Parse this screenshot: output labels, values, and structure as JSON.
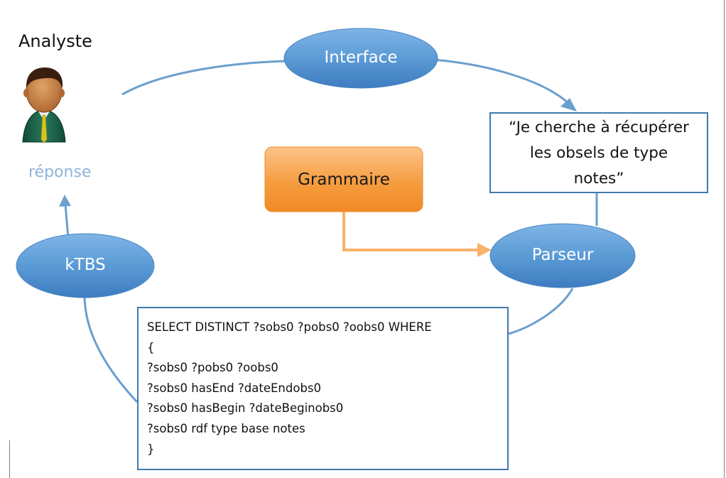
{
  "analyst_label": "Analyste",
  "response_label": "réponse",
  "nodes": {
    "interface": "Interface",
    "grammar": "Grammaire",
    "parser": "Parseur",
    "ktbs": "kTBS"
  },
  "query_text": [
    "“Je cherche à récupérer",
    "les obsels de type",
    "notes”"
  ],
  "sparql_lines": [
    "SELECT DISTINCT ?sobs0 ?pobs0 ?oobs0 WHERE",
    "{",
    "?sobs0 ?pobs0 ?oobs0",
    "?sobs0 hasEnd ?dateEndobs0",
    "?sobs0 hasBegin ?dateBeginobs0",
    "?sobs0 rdf type base notes",
    "}"
  ],
  "colors": {
    "ellipse_blue": "#5b9bd5",
    "connector_blue": "#6a9fce",
    "box_border": "#3f79ad",
    "grammar_orange": "#f59d3f",
    "grammar_arrow": "#f7b26b",
    "response_text": "#8fb3da"
  },
  "icons": {
    "analyst": "user-avatar-icon"
  }
}
